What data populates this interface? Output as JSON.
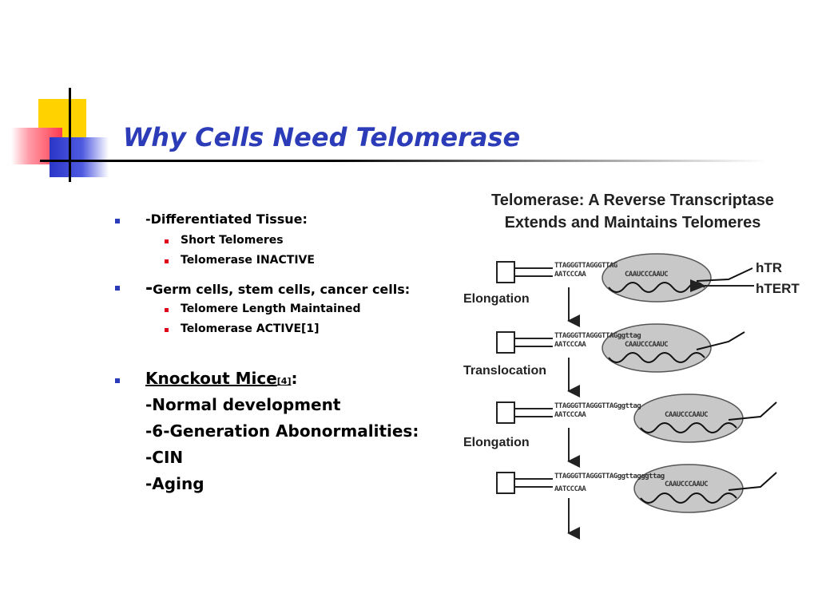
{
  "slide": {
    "title": "Why Cells Need Telomerase",
    "accent_color": "#2c3cb8",
    "sub_bullet_color": "#e0001a"
  },
  "bullets": {
    "differentiated": "-Differentiated Tissue:",
    "short_telomeres": "Short Telomeres",
    "telomerase_inactive": "Telomerase INACTIVE",
    "germ_dash": "-",
    "germ": "Germ cells, stem cells, cancer cells:",
    "length_maintained": "Telomere Length Maintained",
    "telomerase_active": "Telomerase ACTIVE[1]",
    "knockout": "Knockout Mice",
    "knockout_ref": "[4]",
    "knockout_colon": ":",
    "normal_dev": "-Normal development",
    "six_gen": "-6-Generation Abonormalities:",
    "cin": "-CIN",
    "aging": "-Aging"
  },
  "figure": {
    "title_line1": "Telomerase: A Reverse Transcriptase",
    "title_line2": "Extends and Maintains Telomeres",
    "steps": [
      "Elongation",
      "Translocation",
      "Elongation"
    ],
    "labels": {
      "htr": "hTR",
      "htert": "hTERT"
    },
    "sequences": [
      {
        "top": "TTAGGGTTAGGGTTAG",
        "bottom": "AATCCCAA",
        "rna": "CAAUCCCAAUC"
      },
      {
        "top": "TTAGGGTTAGGGTTAGggttag",
        "bottom": "AATCCCAA",
        "rna": "CAAUCCCAAUC"
      },
      {
        "top": "TTAGGGTTAGGGTTAGggttag",
        "bottom": "AATCCCAA",
        "rna": "CAAUCCCAAUC"
      },
      {
        "top": "TTAGGGTTAGGGTTAGggttagggttag",
        "bottom": "AATCCCAA",
        "rna": "CAAUCCCAAUC"
      }
    ]
  }
}
